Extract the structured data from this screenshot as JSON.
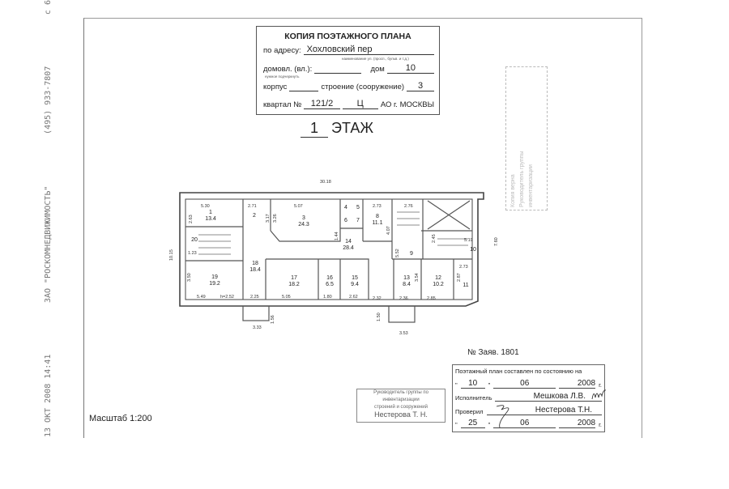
{
  "fax_header": [
    "13 ОКТ 2008 14:41",
    "ЗАО \"РОСКОМНЕДВИЖИМОСТЬ\"",
    "(495) 933-7807",
    "с 6"
  ],
  "title_box": {
    "title": "КОПИЯ ПОЭТАЖНОГО ПЛАНА",
    "address_label": "по адресу:",
    "address": "Хохловский пер",
    "address_hint": "наименование ул. (просп., бульв. и т.д.)",
    "domovl_label": "домовл. (вл.):",
    "domovl": "",
    "need_hint": "нужное подчеркнуть",
    "dom_label": "дом",
    "dom": "10",
    "korpus_label": "корпус",
    "korpus": "",
    "stroenie_label": "строение (сооружение)",
    "stroenie": "3",
    "kvartal_label": "квартал №",
    "kvartal": "121/2",
    "ao": "Ц",
    "ao_label": "АО г. МОСКВЫ"
  },
  "floor": {
    "number": "1",
    "label": "ЭТАЖ"
  },
  "plan": {
    "rooms": [
      {
        "n": "1",
        "a": "13.4"
      },
      {
        "n": "2",
        "a": ""
      },
      {
        "n": "3",
        "a": "24.3"
      },
      {
        "n": "4",
        "a": ""
      },
      {
        "n": "5",
        "a": ""
      },
      {
        "n": "6",
        "a": ""
      },
      {
        "n": "7",
        "a": ""
      },
      {
        "n": "8",
        "a": "11.1"
      },
      {
        "n": "9",
        "a": ""
      },
      {
        "n": "10",
        "a": ""
      },
      {
        "n": "11",
        "a": ""
      },
      {
        "n": "12",
        "a": "10.2"
      },
      {
        "n": "13",
        "a": "8.4"
      },
      {
        "n": "14",
        "a": "28.4"
      },
      {
        "n": "15",
        "a": "9.4"
      },
      {
        "n": "16",
        "a": "6.5"
      },
      {
        "n": "17",
        "a": "18.2"
      },
      {
        "n": "18",
        "a": "18.4"
      },
      {
        "n": "19",
        "a": "19.2"
      },
      {
        "n": "20",
        "a": ""
      }
    ],
    "dims": [
      "30.18",
      "10.15",
      "7.60",
      "5.30",
      "2.63",
      "2.71",
      "3.17",
      "3.26",
      "5.07",
      "2.73",
      "4.07",
      "2.76",
      "1.44",
      "1.23",
      "2.45",
      "5.19",
      "5.52",
      "3.50",
      "5.49",
      "h=2.52",
      "2.25",
      "1.56",
      "3.33",
      "5.05",
      "1.80",
      "2.62",
      "2.32",
      "1.50",
      "2.36",
      "3.53",
      "2.85",
      "3.54",
      "2.73",
      "2.87"
    ]
  },
  "stamp_group": {
    "line1": "Руководитель группы по инвентаризации",
    "line2": "строений и сооружений",
    "name": "Нестерова Т. Н."
  },
  "stamp_faded": [
    "Копия верна",
    "Руководитель группы",
    "инвентаризации"
  ],
  "zayav": "№ Заяв. 1801",
  "table": {
    "header": "Поэтажный план составлен по состоянию на",
    "day1": "10",
    "month1": "06",
    "year1": "2008",
    "g": "г.",
    "executor_label": "Исполнитель",
    "executor": "Мешкова Л.В.",
    "checked_label": "Проверил",
    "checker": "Нестерова Т.Н.",
    "day2": "25",
    "month2": "06",
    "year2": "2008"
  },
  "scale": "Масштаб 1:200"
}
